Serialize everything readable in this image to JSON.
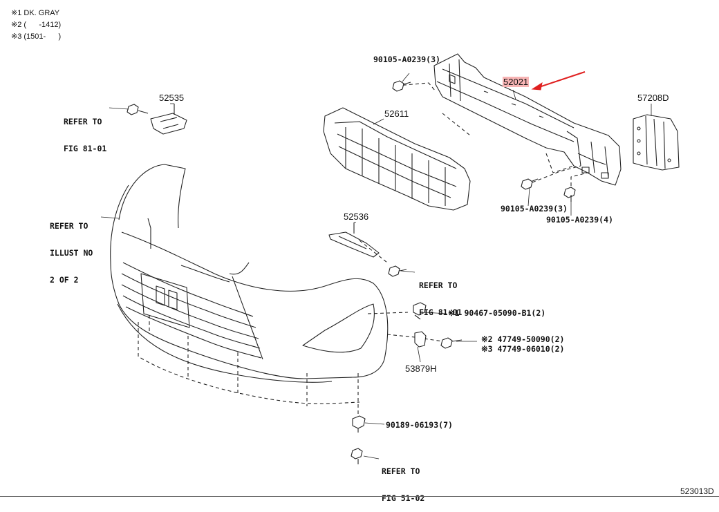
{
  "notes": [
    "※1 DK. GRAY",
    "※2 (      -1412)",
    "※3 (1501-      )"
  ],
  "parts": {
    "p52021": "52021",
    "p52535": "52535",
    "p52611": "52611",
    "p57208D": "57208D",
    "p52536": "52536",
    "p53879H": "53879H",
    "b90105_top": "90105-A0239(3)",
    "b90105_mid": "90105-A0239(3)",
    "b90105_low": "90105-A0239(4)",
    "c90467": "※1 90467-05090-B1(2)",
    "c47749a": "※2 47749-50090(2)",
    "c47749b": "※3 47749-06010(2)",
    "c90189": "90189-06193(7)"
  },
  "refs": {
    "fig8101_a": [
      "REFER TO",
      "FIG 81-01"
    ],
    "illust": [
      "REFER TO",
      "ILLUST NO",
      "2 OF 2"
    ],
    "fig8101_b": [
      "REFER TO",
      "FIG 81-01"
    ],
    "fig5102": [
      "REFER TO",
      "FIG 51-02"
    ]
  },
  "diagram_id": "523013D",
  "colors": {
    "highlight": "#f7b4b4",
    "arrow": "#e02020",
    "line": "#222222"
  }
}
